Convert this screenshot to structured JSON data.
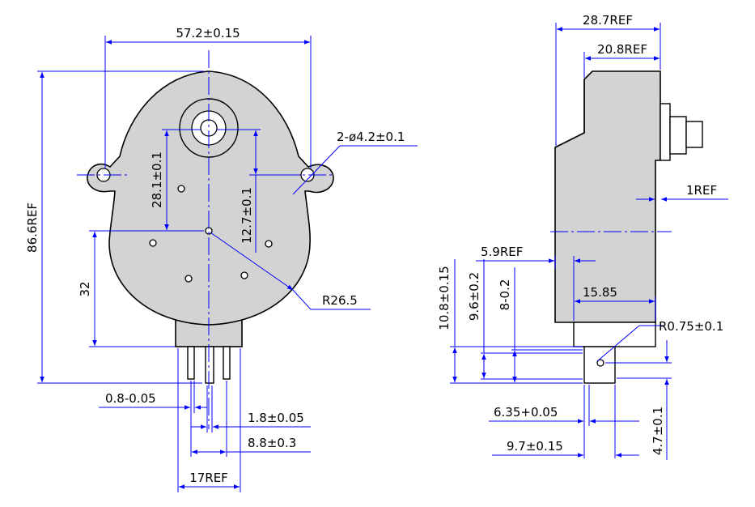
{
  "colors": {
    "part_fill": "#d3d3d3",
    "outline": "#000000",
    "dimension": "#0000ff",
    "background": "#ffffff"
  },
  "front_view": {
    "width": "57.2±0.15",
    "holes": "2-ø4.2±0.1",
    "shaft_offset": "28.1±0.1",
    "hole_offset": "12.7±0.1",
    "height": "86.6REF",
    "base_height": "32",
    "radius": "R26.5",
    "pin_thickness": "0.8-0.05",
    "pin_width": "1.8±0.05",
    "pin_span": "8.8±0.3",
    "connector_width": "17REF"
  },
  "side_view": {
    "overall_depth": "28.7REF",
    "body_depth": "20.8REF",
    "flange": "1REF",
    "tab_offset": "5.9REF",
    "tab_length": "15.85",
    "height_a": "10.8±0.15",
    "height_b": "9.6±0.2",
    "height_c": "8-0.2",
    "corner_radius": "R0.75±0.1",
    "terminal_width": "6.35+0.05",
    "terminal_span": "9.7±0.15",
    "hole_height": "4.7±0.1"
  }
}
